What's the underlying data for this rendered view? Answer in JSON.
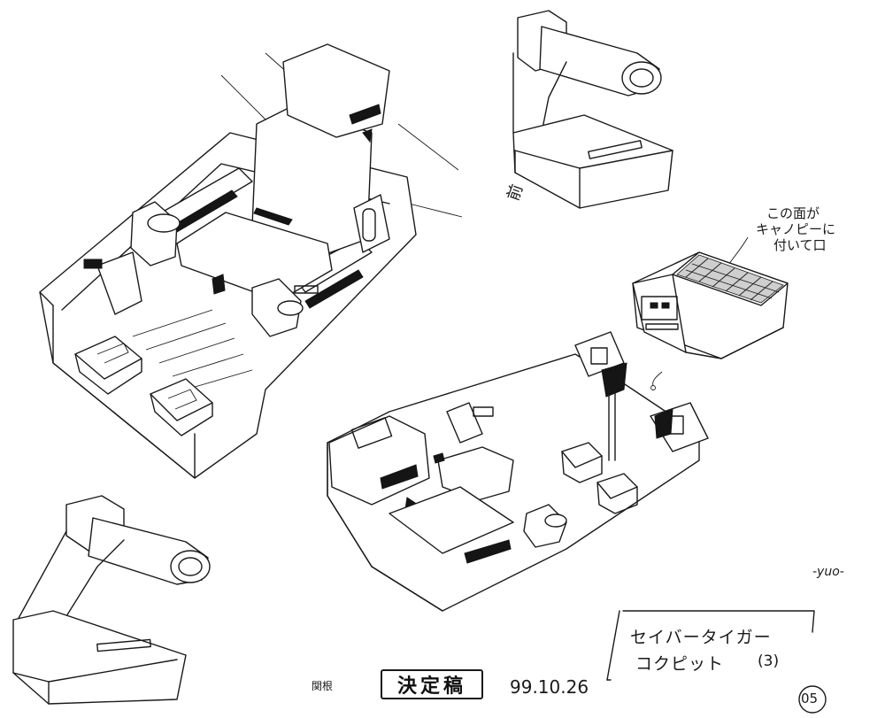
{
  "sheet": {
    "title_line1": "セイバータイガー",
    "title_line2": "コクピット",
    "title_number": "(3)",
    "stamp": "決定稿",
    "date": "99.10.26",
    "sign_left": "関根",
    "page_number": "05",
    "initials": "-yuo-"
  },
  "annotations": {
    "front_label": "前",
    "canopy_note_line1": "この面が",
    "canopy_note_line2": "キャノピーに",
    "canopy_note_line3": "付いて口"
  }
}
